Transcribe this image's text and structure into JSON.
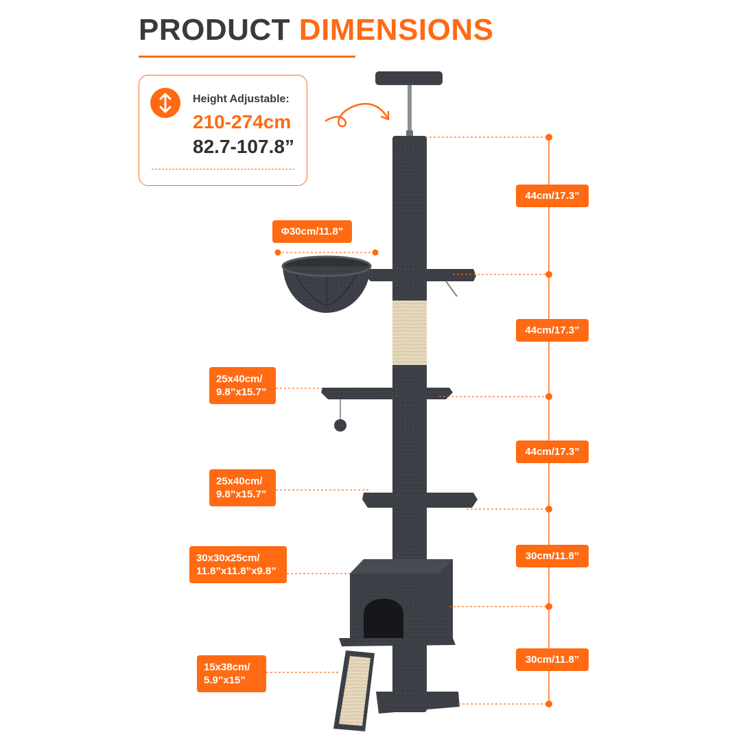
{
  "header": {
    "title_part1": "PRODUCT",
    "title_part2": "DIMENSIONS",
    "accent_color": "#ff6a13"
  },
  "height_info": {
    "icon": "vertical-arrows-icon",
    "label": "Height Adjustable:",
    "range_cm": "210-274cm",
    "range_in": "82.7-107.8”"
  },
  "vertical_dimensions": [
    {
      "label": "44cm/17.3”"
    },
    {
      "label": "44cm/17.3”"
    },
    {
      "label": "44cm/17.3”"
    },
    {
      "label": "30cm/11.8”"
    },
    {
      "label": "30cm/11.8”"
    }
  ],
  "part_dimensions": [
    {
      "part": "basket",
      "line1": "Φ30cm/11.8”"
    },
    {
      "part": "platform-upper",
      "line1": "25x40cm/",
      "line2": "9.8”x15.7”"
    },
    {
      "part": "platform-lower",
      "line1": "25x40cm/",
      "line2": "9.8”x15.7”"
    },
    {
      "part": "condo",
      "line1": "30x30x25cm/",
      "line2": "11.8”x11.8”x9.8”"
    },
    {
      "part": "ramp",
      "line1": "15x38cm/",
      "line2": "5.9”x15”"
    }
  ]
}
